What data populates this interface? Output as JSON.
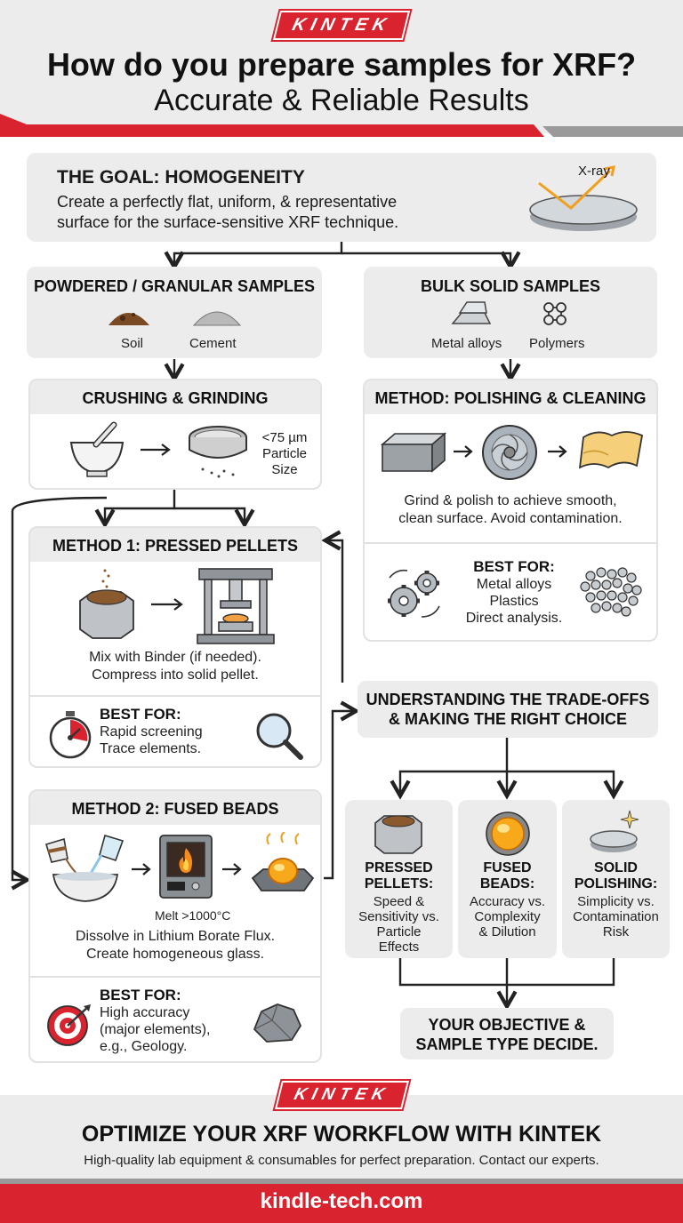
{
  "brand": {
    "logo": "KINTEK",
    "accent": "#d9232e"
  },
  "header": {
    "title": "How do you prepare samples for XRF?",
    "subtitle": "Accurate & Reliable Results"
  },
  "goal": {
    "heading": "THE GOAL: HOMOGENEITY",
    "text_line1": "Create a perfectly flat, uniform, & representative",
    "text_line2": "surface for the surface-sensitive XRF technique.",
    "xray_label": "X-ray"
  },
  "powdered": {
    "heading": "POWDERED / GRANULAR SAMPLES",
    "item1": "Soil",
    "item2": "Cement"
  },
  "bulk": {
    "heading": "BULK SOLID SAMPLES",
    "item1": "Metal alloys",
    "item2": "Polymers"
  },
  "crushing": {
    "heading": "CRUSHING & GRINDING",
    "particle_line1": "<75 µm",
    "particle_line2": "Particle",
    "particle_line3": "Size"
  },
  "polishing": {
    "heading": "METHOD: POLISHING & CLEANING",
    "text_line1": "Grind & polish to achieve smooth,",
    "text_line2": "clean surface. Avoid contamination.",
    "best_for": "BEST FOR:",
    "best1": "Metal alloys",
    "best2": "Plastics",
    "best3": "Direct analysis."
  },
  "method1": {
    "heading": "METHOD 1: PRESSED PELLETS",
    "text_line1": "Mix with Binder (if needed).",
    "text_line2": "Compress into solid pellet.",
    "best_for": "BEST FOR:",
    "best1": "Rapid screening",
    "best2": "Trace elements."
  },
  "method2": {
    "heading": "METHOD 2: FUSED BEADS",
    "melt": "Melt >1000°C",
    "text_line1": "Dissolve in Lithium Borate Flux.",
    "text_line2": "Create homogeneous glass.",
    "best_for": "BEST FOR:",
    "best1": "High accuracy",
    "best2": "(major elements),",
    "best3": "e.g., Geology."
  },
  "tradeoffs": {
    "heading_line1": "UNDERSTANDING THE TRADE-OFFS",
    "heading_line2": "& MAKING THE RIGHT CHOICE"
  },
  "cards": [
    {
      "t1": "PRESSED",
      "t2": "PELLETS:",
      "d1": "Speed &",
      "d2": "Sensitivity vs.",
      "d3": "Particle",
      "d4": "Effects"
    },
    {
      "t1": "FUSED",
      "t2": "BEADS:",
      "d1": "Accuracy vs.",
      "d2": "Complexity",
      "d3": "& Dilution",
      "d4": ""
    },
    {
      "t1": "SOLID",
      "t2": "POLISHING:",
      "d1": "Simplicity vs.",
      "d2": "Contamination",
      "d3": "Risk",
      "d4": ""
    }
  ],
  "decide": {
    "line1": "YOUR OBJECTIVE &",
    "line2": "SAMPLE TYPE DECIDE."
  },
  "footer": {
    "headline": "OPTIMIZE YOUR XRF WORKFLOW WITH KINTEK",
    "sub": "High-quality lab equipment & consumables for perfect preparation. Contact our experts.",
    "url": "kindle-tech.com"
  }
}
